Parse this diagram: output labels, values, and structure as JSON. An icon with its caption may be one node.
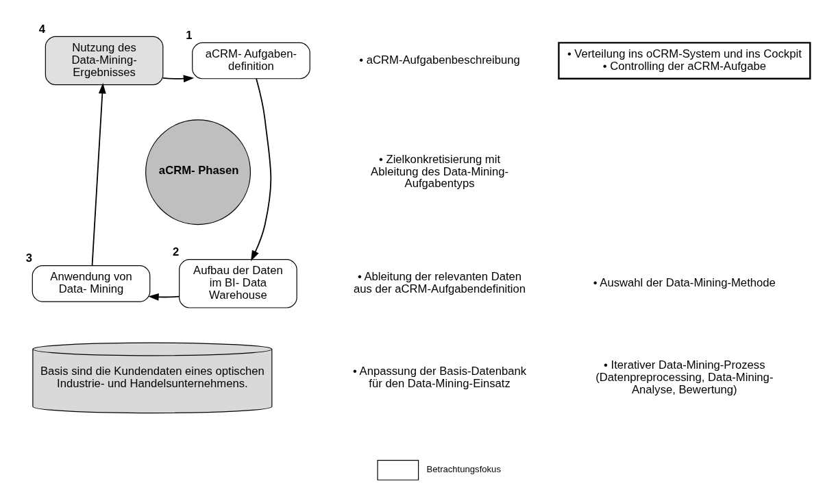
{
  "diagram": {
    "nodes": [
      {
        "text": [
          "aCRM- Phasen"
        ]
      },
      {
        "text": [
          "aCRM- Aufgaben- definition"
        ],
        "beside": [
          "1"
        ]
      },
      {
        "text": [
          "Aufbau der Daten im BI- Data Warehouse"
        ],
        "beside": [
          "2"
        ]
      },
      {
        "text": [
          "Anwendung von Data- Mining"
        ],
        "beside": [
          "3"
        ]
      },
      {
        "text": [
          "Nutzung des Data-Mining- Ergebnisses"
        ],
        "beside": [
          "4"
        ]
      },
      {
        "text": [
          "Basis sind die Kundendaten eines optischen Industrie- und Handelsunternehmens."
        ]
      },
      {
        "text": [
          "• Verteilung ins oCRM-System und ins Cockpit",
          "• Controlling der aCRM-Aufgabe"
        ]
      }
    ],
    "edges": [
      {
        "from": 1,
        "to": 2,
        "arrow": "to"
      },
      {
        "from": 2,
        "to": 3,
        "arrow": "to"
      },
      {
        "from": 3,
        "to": 4,
        "arrow": "to"
      },
      {
        "from": 4,
        "to": 1,
        "arrow": "to"
      }
    ],
    "labels": [
      "• aCRM-Aufgabenbeschreibung",
      "• Zielkonkretisierung mit Ableitung des Data-Mining-Aufgabentyps",
      "• Ableitung der relevanten Daten aus der aCRM-Aufgabendefinition",
      "• Anpassung der Basis-Datenbank für den Data-Mining-Einsatz",
      "• Auswahl der Data-Mining-Methode",
      "• Iterativer Data-Mining-Prozess (Datenpreprocessing, Data-Mining-Analyse, Bewertung)"
    ],
    "legend": [
      {
        "text": "Betrachtungsfokus"
      }
    ]
  }
}
